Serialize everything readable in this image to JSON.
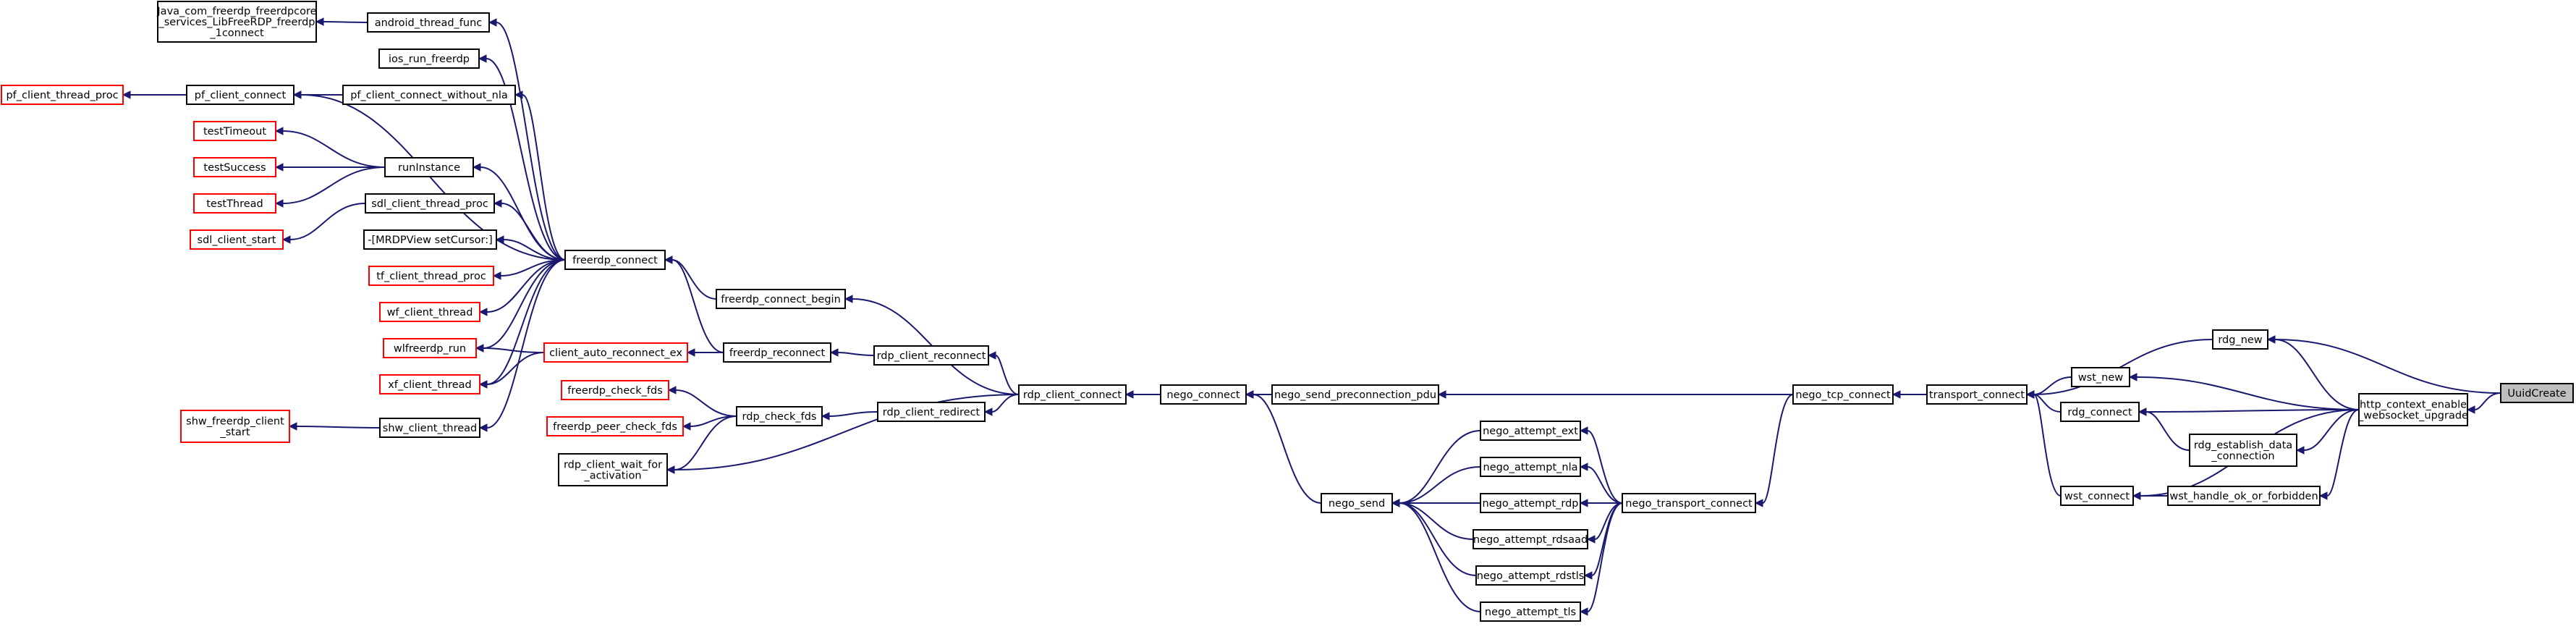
{
  "graph": {
    "title": "",
    "root": "UuidCreate",
    "nodes": {
      "jni_connect": {
        "lines": [
          "Java_com_freerdp_freerdpcore",
          "_services_LibFreeRDP_freerdp",
          "_1connect"
        ],
        "color": "black"
      },
      "android_thread_func": {
        "lines": [
          "android_thread_func"
        ],
        "color": "black"
      },
      "ios_run_freerdp": {
        "lines": [
          "ios_run_freerdp"
        ],
        "color": "black"
      },
      "pf_client_thread_proc": {
        "lines": [
          "pf_client_thread_proc"
        ],
        "color": "red"
      },
      "pf_client_connect": {
        "lines": [
          "pf_client_connect"
        ],
        "color": "black"
      },
      "pf_client_connect_without_nla": {
        "lines": [
          "pf_client_connect_without_nla"
        ],
        "color": "black"
      },
      "testTimeout": {
        "lines": [
          "testTimeout"
        ],
        "color": "red"
      },
      "testSuccess": {
        "lines": [
          "testSuccess"
        ],
        "color": "red"
      },
      "testThread": {
        "lines": [
          "testThread"
        ],
        "color": "red"
      },
      "runInstance": {
        "lines": [
          "runInstance"
        ],
        "color": "black"
      },
      "sdl_client_start": {
        "lines": [
          "sdl_client_start"
        ],
        "color": "red"
      },
      "sdl_client_thread_proc": {
        "lines": [
          "sdl_client_thread_proc"
        ],
        "color": "black"
      },
      "mrdpview_setcursor": {
        "lines": [
          "-[MRDPView setCursor:]"
        ],
        "color": "black"
      },
      "tf_client_thread_proc": {
        "lines": [
          "tf_client_thread_proc"
        ],
        "color": "red"
      },
      "wf_client_thread": {
        "lines": [
          "wf_client_thread"
        ],
        "color": "red"
      },
      "wlfreerdp_run": {
        "lines": [
          "wlfreerdp_run"
        ],
        "color": "red"
      },
      "xf_client_thread": {
        "lines": [
          "xf_client_thread"
        ],
        "color": "red"
      },
      "shw_freerdp_client_start": {
        "lines": [
          "shw_freerdp_client",
          "_start"
        ],
        "color": "red"
      },
      "shw_client_thread": {
        "lines": [
          "shw_client_thread"
        ],
        "color": "black"
      },
      "freerdp_connect": {
        "lines": [
          "freerdp_connect"
        ],
        "color": "black"
      },
      "client_auto_reconnect_ex": {
        "lines": [
          "client_auto_reconnect_ex"
        ],
        "color": "red"
      },
      "freerdp_check_fds": {
        "lines": [
          "freerdp_check_fds"
        ],
        "color": "red"
      },
      "freerdp_peer_check_fds": {
        "lines": [
          "freerdp_peer_check_fds"
        ],
        "color": "red"
      },
      "rdp_client_wait_for_activation": {
        "lines": [
          "rdp_client_wait_for",
          "_activation"
        ],
        "color": "black"
      },
      "freerdp_connect_begin": {
        "lines": [
          "freerdp_connect_begin"
        ],
        "color": "black"
      },
      "freerdp_reconnect": {
        "lines": [
          "freerdp_reconnect"
        ],
        "color": "black"
      },
      "rdp_check_fds": {
        "lines": [
          "rdp_check_fds"
        ],
        "color": "black"
      },
      "rdp_client_reconnect": {
        "lines": [
          "rdp_client_reconnect"
        ],
        "color": "black"
      },
      "rdp_client_redirect": {
        "lines": [
          "rdp_client_redirect"
        ],
        "color": "black"
      },
      "rdp_client_connect": {
        "lines": [
          "rdp_client_connect"
        ],
        "color": "black"
      },
      "nego_connect": {
        "lines": [
          "nego_connect"
        ],
        "color": "black"
      },
      "nego_send_preconnection_pdu": {
        "lines": [
          "nego_send_preconnection_pdu"
        ],
        "color": "black"
      },
      "nego_send": {
        "lines": [
          "nego_send"
        ],
        "color": "black"
      },
      "nego_attempt_ext": {
        "lines": [
          "nego_attempt_ext"
        ],
        "color": "black"
      },
      "nego_attempt_nla": {
        "lines": [
          "nego_attempt_nla"
        ],
        "color": "black"
      },
      "nego_attempt_rdp": {
        "lines": [
          "nego_attempt_rdp"
        ],
        "color": "black"
      },
      "nego_attempt_rdsaad": {
        "lines": [
          "nego_attempt_rdsaad"
        ],
        "color": "black"
      },
      "nego_attempt_rdstls": {
        "lines": [
          "nego_attempt_rdstls"
        ],
        "color": "black"
      },
      "nego_attempt_tls": {
        "lines": [
          "nego_attempt_tls"
        ],
        "color": "black"
      },
      "nego_transport_connect": {
        "lines": [
          "nego_transport_connect"
        ],
        "color": "black"
      },
      "nego_tcp_connect": {
        "lines": [
          "nego_tcp_connect"
        ],
        "color": "black"
      },
      "transport_connect": {
        "lines": [
          "transport_connect"
        ],
        "color": "black"
      },
      "rdg_new": {
        "lines": [
          "rdg_new"
        ],
        "color": "black"
      },
      "wst_new": {
        "lines": [
          "wst_new"
        ],
        "color": "black"
      },
      "rdg_connect": {
        "lines": [
          "rdg_connect"
        ],
        "color": "black"
      },
      "rdg_establish_data_connection": {
        "lines": [
          "rdg_establish_data",
          "_connection"
        ],
        "color": "black"
      },
      "wst_connect": {
        "lines": [
          "wst_connect"
        ],
        "color": "black"
      },
      "wst_handle_ok_or_forbidden": {
        "lines": [
          "wst_handle_ok_or_forbidden"
        ],
        "color": "black"
      },
      "http_context_enable_websocket_upgrade": {
        "lines": [
          "http_context_enable",
          "_websocket_upgrade"
        ],
        "color": "black"
      },
      "UuidCreate": {
        "lines": [
          "UuidCreate"
        ],
        "color": "root"
      }
    },
    "edges": [
      [
        "android_thread_func",
        "jni_connect"
      ],
      [
        "freerdp_connect",
        "android_thread_func"
      ],
      [
        "freerdp_connect",
        "ios_run_freerdp"
      ],
      [
        "pf_client_connect",
        "pf_client_thread_proc"
      ],
      [
        "pf_client_connect_without_nla",
        "pf_client_connect"
      ],
      [
        "freerdp_connect",
        "pf_client_connect"
      ],
      [
        "freerdp_connect",
        "pf_client_connect_without_nla"
      ],
      [
        "runInstance",
        "testTimeout"
      ],
      [
        "runInstance",
        "testSuccess"
      ],
      [
        "runInstance",
        "testThread"
      ],
      [
        "freerdp_connect",
        "runInstance"
      ],
      [
        "sdl_client_thread_proc",
        "sdl_client_start"
      ],
      [
        "freerdp_connect",
        "sdl_client_thread_proc"
      ],
      [
        "freerdp_connect",
        "mrdpview_setcursor"
      ],
      [
        "freerdp_connect",
        "tf_client_thread_proc"
      ],
      [
        "freerdp_connect",
        "wf_client_thread"
      ],
      [
        "freerdp_connect",
        "wlfreerdp_run"
      ],
      [
        "freerdp_connect",
        "xf_client_thread"
      ],
      [
        "freerdp_connect",
        "shw_client_thread"
      ],
      [
        "shw_client_thread",
        "shw_freerdp_client_start"
      ],
      [
        "client_auto_reconnect_ex",
        "wlfreerdp_run"
      ],
      [
        "client_auto_reconnect_ex",
        "xf_client_thread"
      ],
      [
        "freerdp_connect_begin",
        "freerdp_connect"
      ],
      [
        "freerdp_reconnect",
        "freerdp_connect"
      ],
      [
        "freerdp_reconnect",
        "client_auto_reconnect_ex"
      ],
      [
        "rdp_check_fds",
        "freerdp_check_fds"
      ],
      [
        "rdp_check_fds",
        "freerdp_peer_check_fds"
      ],
      [
        "rdp_check_fds",
        "rdp_client_wait_for_activation"
      ],
      [
        "rdp_client_reconnect",
        "freerdp_reconnect"
      ],
      [
        "rdp_client_redirect",
        "rdp_check_fds"
      ],
      [
        "rdp_client_connect",
        "freerdp_connect_begin"
      ],
      [
        "rdp_client_connect",
        "rdp_client_reconnect"
      ],
      [
        "rdp_client_connect",
        "rdp_client_redirect"
      ],
      [
        "rdp_client_connect",
        "rdp_client_wait_for_activation"
      ],
      [
        "nego_connect",
        "rdp_client_connect"
      ],
      [
        "nego_send_preconnection_pdu",
        "nego_connect"
      ],
      [
        "nego_send",
        "nego_connect"
      ],
      [
        "nego_attempt_ext",
        "nego_send"
      ],
      [
        "nego_attempt_nla",
        "nego_send"
      ],
      [
        "nego_attempt_rdp",
        "nego_send"
      ],
      [
        "nego_attempt_rdsaad",
        "nego_send"
      ],
      [
        "nego_attempt_rdstls",
        "nego_send"
      ],
      [
        "nego_attempt_tls",
        "nego_send"
      ],
      [
        "nego_transport_connect",
        "nego_attempt_ext"
      ],
      [
        "nego_transport_connect",
        "nego_attempt_nla"
      ],
      [
        "nego_transport_connect",
        "nego_attempt_rdp"
      ],
      [
        "nego_transport_connect",
        "nego_attempt_rdsaad"
      ],
      [
        "nego_transport_connect",
        "nego_attempt_rdstls"
      ],
      [
        "nego_transport_connect",
        "nego_attempt_tls"
      ],
      [
        "nego_transport_connect",
        "nego_send"
      ],
      [
        "nego_tcp_connect",
        "nego_connect"
      ],
      [
        "nego_tcp_connect",
        "nego_send_preconnection_pdu"
      ],
      [
        "nego_tcp_connect",
        "nego_transport_connect"
      ],
      [
        "transport_connect",
        "nego_tcp_connect"
      ],
      [
        "rdg_new",
        "transport_connect"
      ],
      [
        "wst_new",
        "transport_connect"
      ],
      [
        "rdg_connect",
        "transport_connect"
      ],
      [
        "wst_connect",
        "transport_connect"
      ],
      [
        "rdg_establish_data_connection",
        "rdg_connect"
      ],
      [
        "wst_handle_ok_or_forbidden",
        "wst_connect"
      ],
      [
        "http_context_enable_websocket_upgrade",
        "rdg_new"
      ],
      [
        "http_context_enable_websocket_upgrade",
        "wst_new"
      ],
      [
        "http_context_enable_websocket_upgrade",
        "rdg_connect"
      ],
      [
        "http_context_enable_websocket_upgrade",
        "rdg_establish_data_connection"
      ],
      [
        "http_context_enable_websocket_upgrade",
        "wst_connect"
      ],
      [
        "http_context_enable_websocket_upgrade",
        "wst_handle_ok_or_forbidden"
      ],
      [
        "UuidCreate",
        "http_context_enable_websocket_upgrade"
      ],
      [
        "UuidCreate",
        "rdg_new"
      ]
    ]
  }
}
